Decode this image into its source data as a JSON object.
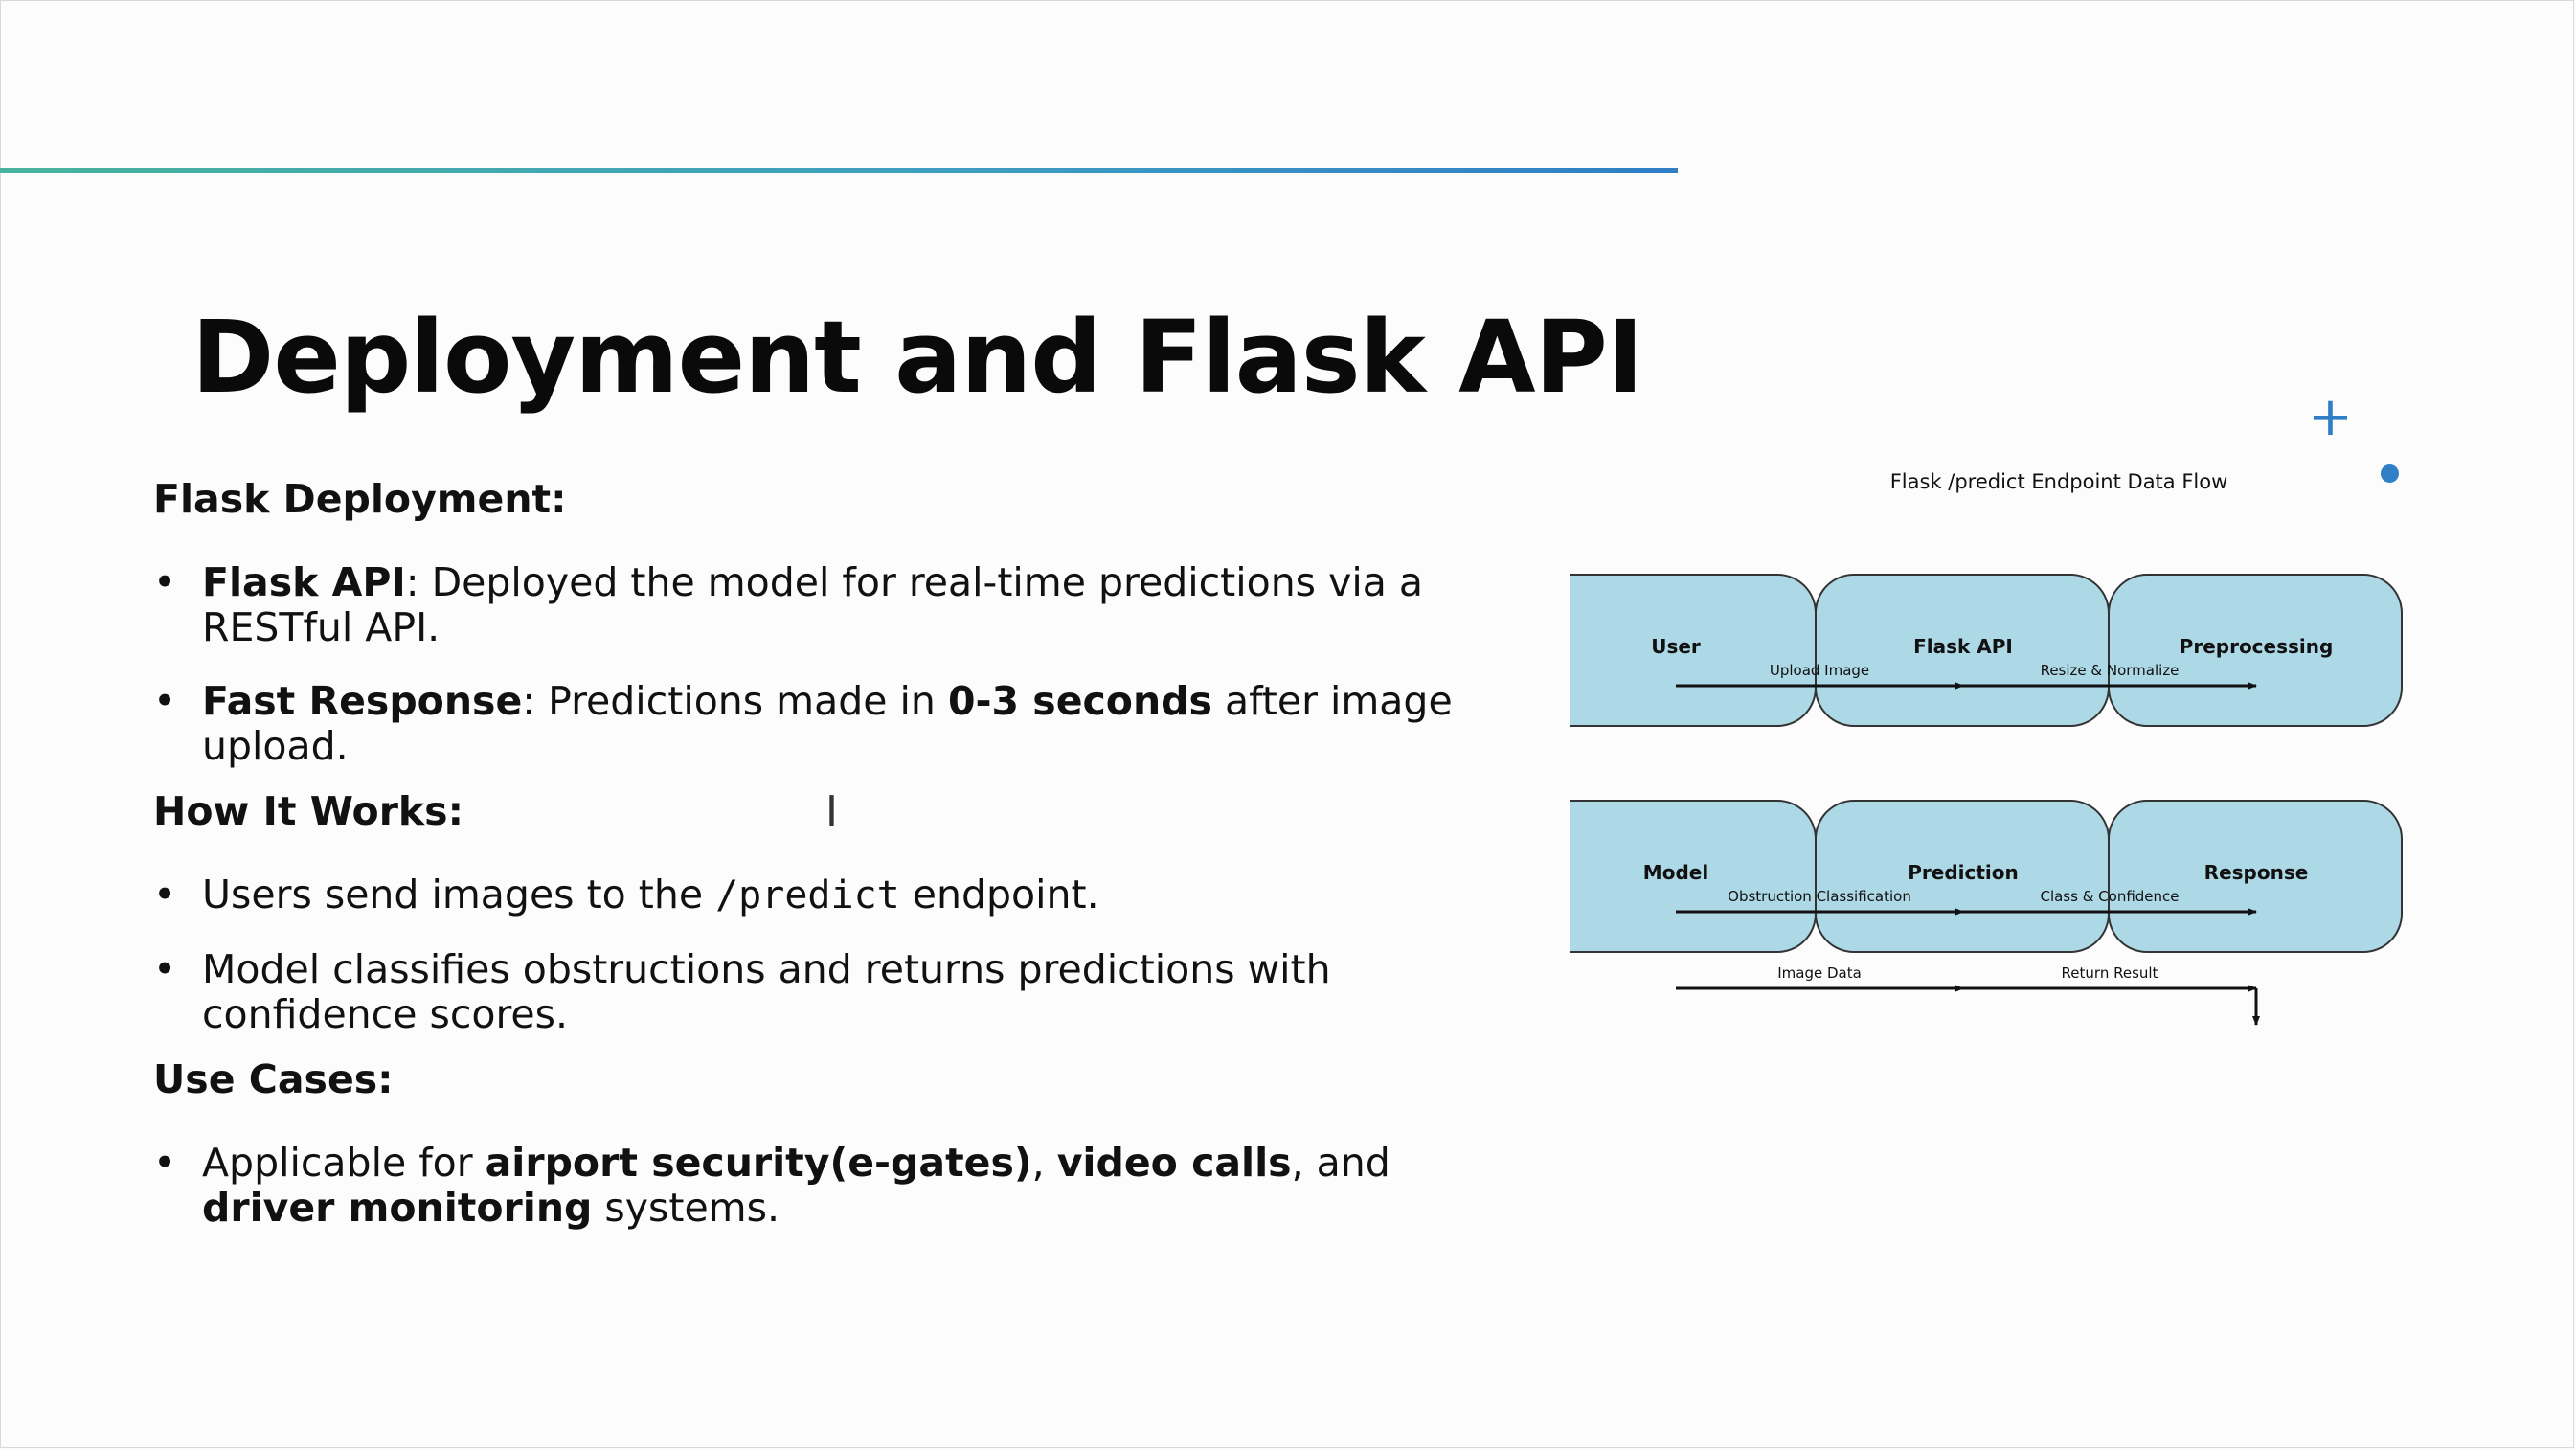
{
  "slide": {
    "title": "Deployment and Flask API",
    "sections": [
      {
        "heading": "Flask Deployment:",
        "bullets": [
          {
            "parts": [
              {
                "t": "Flask API",
                "b": true
              },
              {
                "t": ": Deployed the model for real-time predictions via a RESTful API."
              }
            ]
          },
          {
            "parts": [
              {
                "t": "Fast Response",
                "b": true
              },
              {
                "t": ": Predictions made in "
              },
              {
                "t": "0-3 seconds",
                "b": true
              },
              {
                "t": " after image upload."
              }
            ]
          }
        ]
      },
      {
        "heading": "How It Works:",
        "bullets": [
          {
            "parts": [
              {
                "t": "Users send images to the "
              },
              {
                "t": "/predict",
                "m": true
              },
              {
                "t": " endpoint."
              }
            ]
          },
          {
            "parts": [
              {
                "t": "Model classifies obstructions and returns predictions with confidence scores."
              }
            ]
          }
        ]
      },
      {
        "heading": "Use Cases:",
        "bullets": [
          {
            "parts": [
              {
                "t": "Applicable for "
              },
              {
                "t": "airport security(e-gates)",
                "b": true
              },
              {
                "t": ", "
              },
              {
                "t": "video calls",
                "b": true
              },
              {
                "t": ", and "
              },
              {
                "t": "driver monitoring",
                "b": true
              },
              {
                "t": " systems."
              }
            ]
          }
        ]
      }
    ],
    "bullet_glyph": "•",
    "cursor_glyph": "I",
    "deco_plus": "+"
  },
  "diagram": {
    "title": "Flask /predict Endpoint Data Flow",
    "box_fill": "#add8e6",
    "box_stroke": "#333333",
    "row1_boxes": [
      "User",
      "Flask API",
      "Preprocessing"
    ],
    "row2_boxes": [
      "Model",
      "Prediction",
      "Response"
    ],
    "row1_arrows": [
      "Upload Image",
      "Resize & Normalize"
    ],
    "row2_arrows": [
      "Obstruction Classification",
      "Class & Confidence"
    ],
    "row3_arrows": [
      "Image Data",
      "Return Result"
    ]
  },
  "colors": {
    "accent_start": "#47b39d",
    "accent_end": "#2f7ec6",
    "deco": "#2f7ec6"
  }
}
